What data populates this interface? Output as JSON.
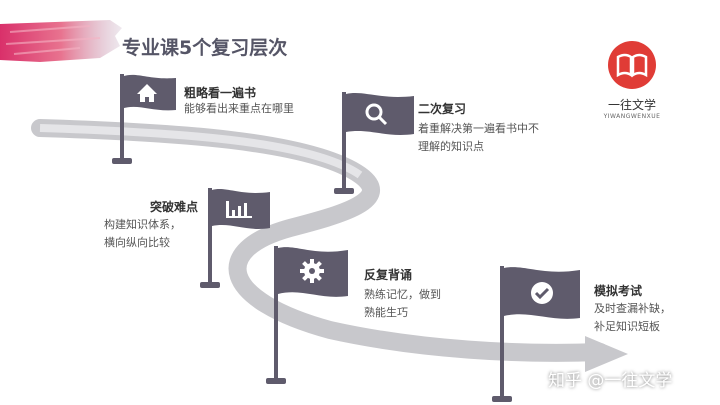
{
  "header": {
    "title": "专业课5个复习层次"
  },
  "logo": {
    "name": "一往文学",
    "subtitle": "YIWANGWENXUE"
  },
  "steps": [
    {
      "title": "粗略看一遍书",
      "desc": [
        "能够看出来重点在哪里"
      ],
      "icon": "home-icon"
    },
    {
      "title": "二次复习",
      "desc": [
        "着重解决第一遍看书中不",
        "理解的知识点"
      ],
      "icon": "search-icon"
    },
    {
      "title": "突破难点",
      "desc": [
        "构建知识体系，",
        "横向纵向比较"
      ],
      "icon": "bar-chart-icon"
    },
    {
      "title": "反复背诵",
      "desc": [
        "熟练记忆，做到",
        "熟能生巧"
      ],
      "icon": "gear-icon"
    },
    {
      "title": "模拟考试",
      "desc": [
        "及时查漏补缺，",
        "补足知识短板"
      ],
      "icon": "check-circle-icon"
    }
  ],
  "watermark": "知乎 @一往文学",
  "colors": {
    "flag": "#5f5b6c",
    "road": "#c8c8cc",
    "logo_red": "#e03c36",
    "brush_pink": "#e0457a"
  }
}
